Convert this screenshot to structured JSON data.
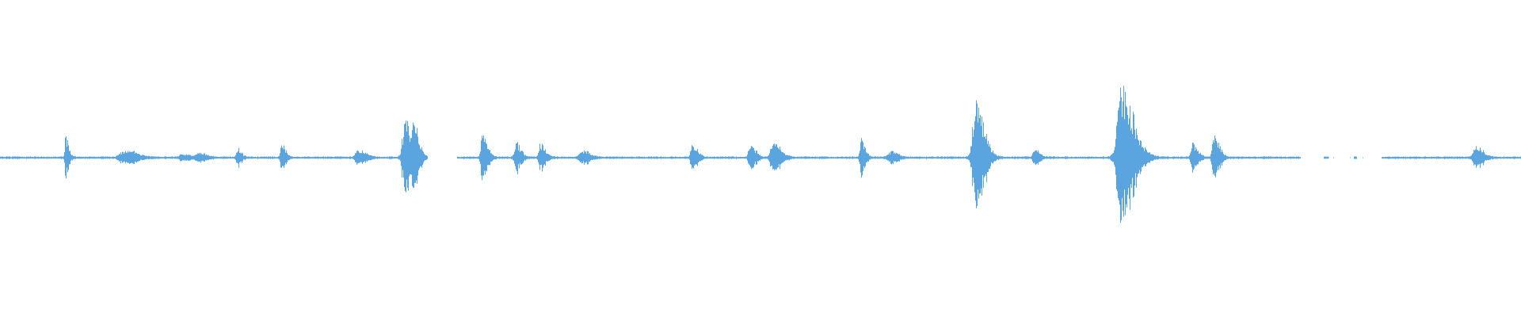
{
  "waveform": {
    "color": "#5aa5e0",
    "background": "#ffffff",
    "baseline_amplitude": 0.006,
    "bursts": [
      {
        "t": 0.043,
        "amp": 0.14,
        "width": 0.0012
      },
      {
        "t": 0.08,
        "amp": 0.03,
        "width": 0.004
      },
      {
        "t": 0.085,
        "amp": 0.025,
        "width": 0.004
      },
      {
        "t": 0.12,
        "amp": 0.02,
        "width": 0.004
      },
      {
        "t": 0.131,
        "amp": 0.025,
        "width": 0.003
      },
      {
        "t": 0.156,
        "amp": 0.06,
        "width": 0.0015
      },
      {
        "t": 0.185,
        "amp": 0.09,
        "width": 0.0015
      },
      {
        "t": 0.235,
        "amp": 0.05,
        "width": 0.003
      },
      {
        "t": 0.266,
        "amp": 0.26,
        "width": 0.003
      },
      {
        "t": 0.272,
        "amp": 0.17,
        "width": 0.002
      },
      {
        "t": 0.317,
        "amp": 0.16,
        "width": 0.002
      },
      {
        "t": 0.339,
        "amp": 0.1,
        "width": 0.002
      },
      {
        "t": 0.355,
        "amp": 0.09,
        "width": 0.002
      },
      {
        "t": 0.382,
        "amp": 0.05,
        "width": 0.003
      },
      {
        "t": 0.455,
        "amp": 0.09,
        "width": 0.002
      },
      {
        "t": 0.493,
        "amp": 0.1,
        "width": 0.002
      },
      {
        "t": 0.508,
        "amp": 0.1,
        "width": 0.003
      },
      {
        "t": 0.566,
        "amp": 0.14,
        "width": 0.0015
      },
      {
        "t": 0.585,
        "amp": 0.04,
        "width": 0.003
      },
      {
        "t": 0.641,
        "amp": 0.38,
        "width": 0.0035
      },
      {
        "t": 0.68,
        "amp": 0.05,
        "width": 0.002
      },
      {
        "t": 0.737,
        "amp": 0.47,
        "width": 0.005
      },
      {
        "t": 0.784,
        "amp": 0.09,
        "width": 0.002
      },
      {
        "t": 0.798,
        "amp": 0.17,
        "width": 0.002
      },
      {
        "t": 0.97,
        "amp": 0.07,
        "width": 0.003
      }
    ],
    "gaps": [
      {
        "start": 0.281,
        "end": 0.3
      },
      {
        "start": 0.855,
        "end": 0.87
      },
      {
        "start": 0.873,
        "end": 0.89
      },
      {
        "start": 0.892,
        "end": 0.908
      }
    ]
  }
}
